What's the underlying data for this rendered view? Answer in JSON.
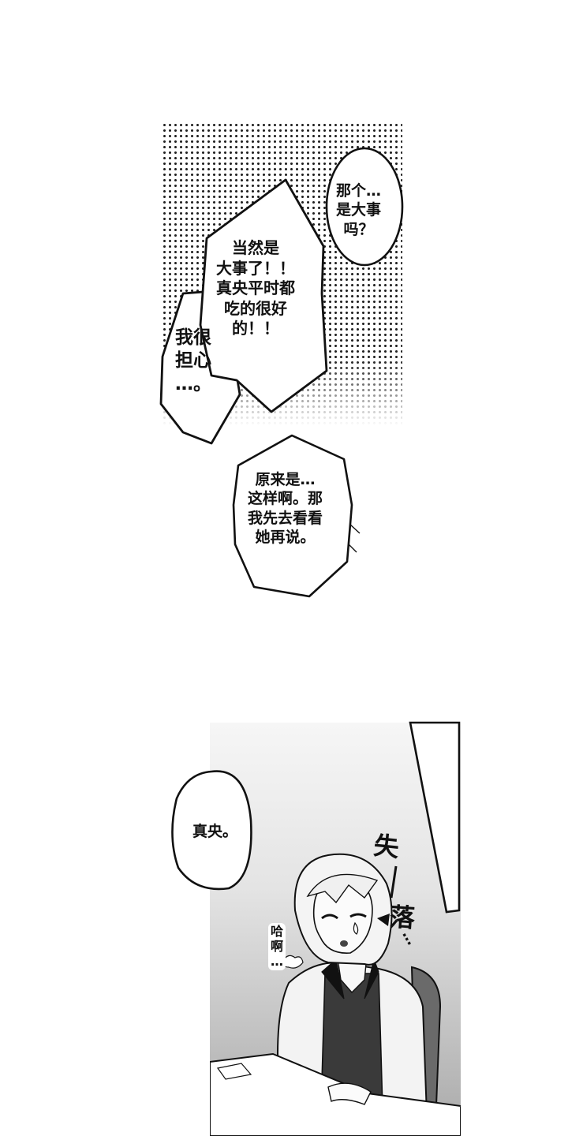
{
  "panel_top": {
    "bubbles": [
      {
        "id": "bubble-question",
        "lines": "那个…\n是大事\n吗？"
      },
      {
        "id": "bubble-of-course",
        "lines": "当然是\n大事了！！\n真央平时都\n吃的很好\n的！！"
      },
      {
        "id": "bubble-worried",
        "lines": "我很\n担心\n…。"
      },
      {
        "id": "bubble-i-see",
        "lines": "原来是…\n这样啊。那\n我先去看看\n她再说。"
      }
    ]
  },
  "panel_bottom": {
    "bubble_name": "真央。",
    "sfx_sigh": "哈\n啊\n…",
    "sfx_slump_1": "失",
    "sfx_slump_2": "落",
    "sfx_dots": "…"
  }
}
